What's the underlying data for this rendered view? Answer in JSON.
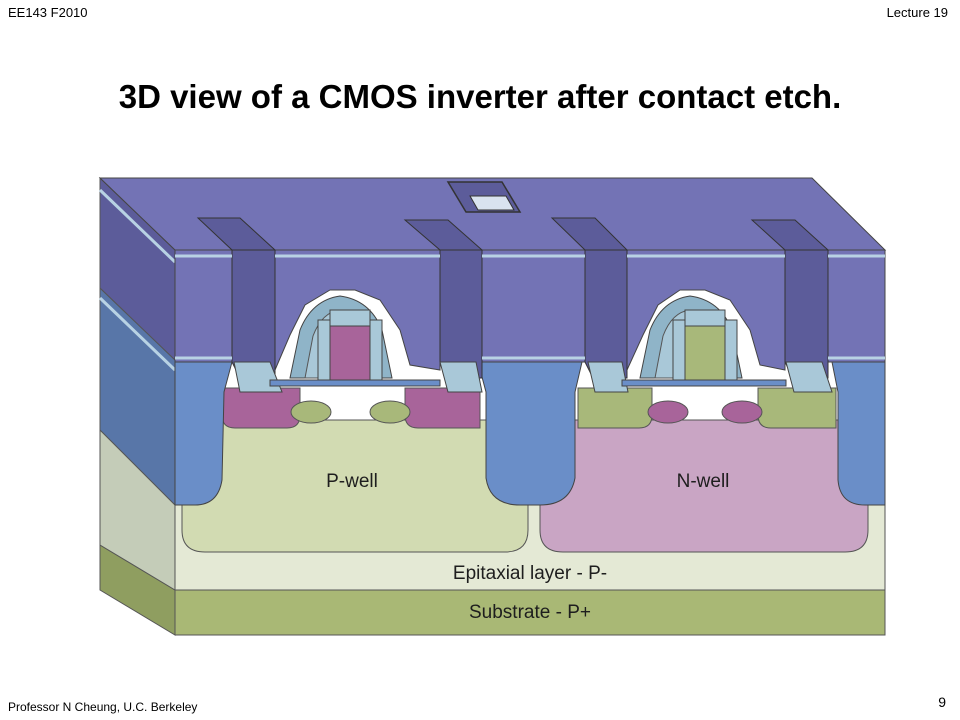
{
  "header": {
    "course": "EE143 F2010",
    "lecture": "Lecture 19"
  },
  "title": "3D view of a CMOS inverter after contact etch.",
  "diagram": {
    "labels": {
      "p_well": "P-well",
      "n_well": "N-well",
      "epitaxial": "Epitaxial layer - P-",
      "substrate": "Substrate - P+"
    },
    "colors": {
      "oxide": "#7373b5",
      "oxide_side": "#5c5c9a",
      "field_oxide": "#6a8ec8",
      "p_well": "#d2dbb2",
      "n_well": "#c9a5c4",
      "epitaxial": "#e4e9d5",
      "substrate": "#a9b875",
      "n_plus": "#a8649a",
      "p_plus": "#a8b87a",
      "gate_poly": "#a9c8d8",
      "metal_stripe": "#b8d2e4"
    }
  },
  "footer": {
    "professor": "Professor N Cheung, U.C. Berkeley",
    "page": "9"
  }
}
